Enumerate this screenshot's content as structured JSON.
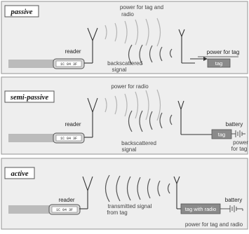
{
  "panels": [
    {
      "title": "passive",
      "reader_label": "reader",
      "chip_id": "1C 04 3F",
      "top_wave_label": [
        "power for tag and",
        "radio"
      ],
      "mid_wave_label": [
        "backscattered",
        "signal"
      ],
      "tag_label": "tag",
      "tag_power_label": "power for tag"
    },
    {
      "title": "semi-passive",
      "reader_label": "reader",
      "chip_id": "1C 04 3F",
      "top_wave_label": "power for radio",
      "mid_wave_label": [
        "backscattered",
        "signal"
      ],
      "tag_label": "tag",
      "battery_label": "battery",
      "battery_power_label": [
        "power",
        "for tag"
      ]
    },
    {
      "title": "active",
      "reader_label": "reader",
      "chip_id": "1C 04 3F",
      "mid_wave_label": [
        "transmitted signal",
        "from tag"
      ],
      "tag_label": "tag with radio",
      "battery_label": "battery",
      "battery_power_label": "power for tag and radio"
    }
  ],
  "colors": {
    "panel_bg": "#eeeeee",
    "panel_border": "#a3a3a3",
    "tag_fill": "#8a8a8a",
    "chip_fill": "#d6d6d6"
  }
}
